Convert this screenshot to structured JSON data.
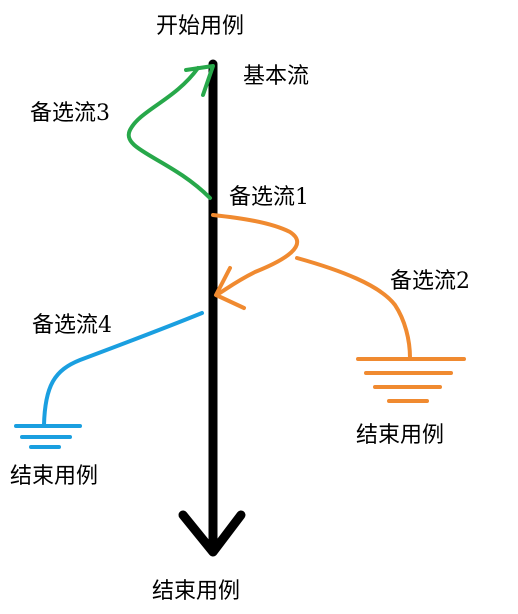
{
  "labels": {
    "start": "开始用例",
    "basic_flow": "基本流",
    "alt1": "备选流1",
    "alt2": "备选流2",
    "alt3": "备选流3",
    "alt4": "备选流4",
    "end_main": "结束用例",
    "end_alt2": "结束用例",
    "end_alt4": "结束用例"
  },
  "colors": {
    "basic_flow": "#000000",
    "alt1": "#f08a30",
    "alt2": "#f08a30",
    "alt3": "#27a84a",
    "alt4": "#1a9fe0"
  }
}
